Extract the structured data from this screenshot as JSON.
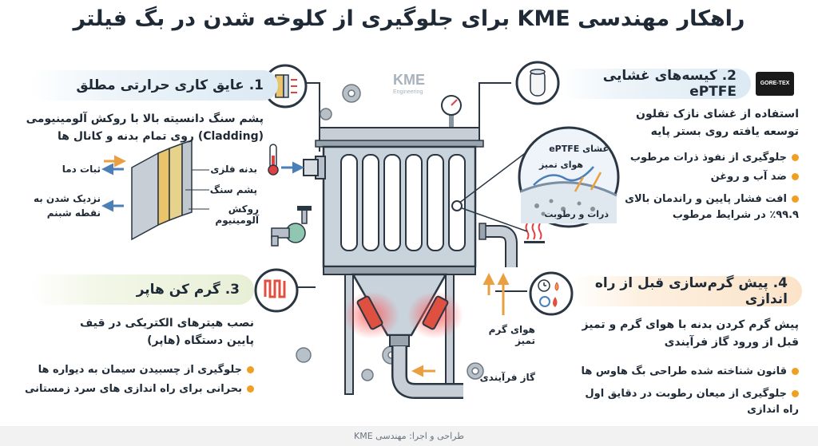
{
  "title": "راهکار مهندسی KME برای جلوگیری از کلوخه شدن در بگ فیلتر",
  "logo": {
    "main": "KME",
    "sub": "Engineering"
  },
  "footer": "طراحی و اجرا: مهندسی KME",
  "sections": {
    "insulation": {
      "heading": "1. عایق کاری حرارتی مطلق",
      "text": "پشم سنگ دانسیته بالا با روکش آلومینیومی (Cladding) روی تمام بدنه و کانال ها",
      "layers": [
        "بدنه فلزی",
        "پشم سنگ",
        "روکش آلومینیوم"
      ],
      "arrows": [
        "ثبات دما",
        "نزدیک شدن به نقطه شبنم"
      ],
      "color": "#dbe9f3"
    },
    "membrane": {
      "heading": "2. کیسه‌های غشایی ePTFE",
      "brand": "GORE-TEX",
      "text": "استفاده از غشای نازک تفلون توسعه یافته روی بستر پایه",
      "bullets": [
        "جلوگیری از نفوذ ذرات مرطوب",
        "ضد آب و روغن",
        "افت فشار پایین و راندمان بالای ۹۹.۹٪ در شرایط مرطوب"
      ],
      "zoom_labels": [
        "غشای ePTFE",
        "هوای تمیز",
        "ذرات و رطوبت"
      ],
      "color": "#dbe9f3"
    },
    "hopper": {
      "heading": "3. گرم کن هاپر",
      "text": "نصب هیترهای الکتریکی در قیف پایین دستگاه (هاپر)",
      "bullets": [
        "جلوگیری از چسبیدن سیمان به دیواره ها",
        "بحرانی برای راه اندازی های سرد زمستانی"
      ],
      "color": "#e8efd6"
    },
    "preheat": {
      "heading": "4. پیش گرم‌سازی قبل از راه اندازی",
      "text": "پیش گرم کردن بدنه با هوای گرم و تمیز قبل از ورود گاز فرآیندی",
      "bullets": [
        "قانون شناخته شده طراحی بگ هاوس ها",
        "جلوگیری از میعان رطوبت در دقایق اول راه اندازی"
      ],
      "color": "#fbe3c8"
    }
  },
  "flow_labels": {
    "clean_air": "هوای گرم تمیز",
    "process_gas": "گاز فرآیندی"
  },
  "accent": {
    "bullet": "#f0a020",
    "heater": "#e04040",
    "dark": "#2a3642"
  }
}
